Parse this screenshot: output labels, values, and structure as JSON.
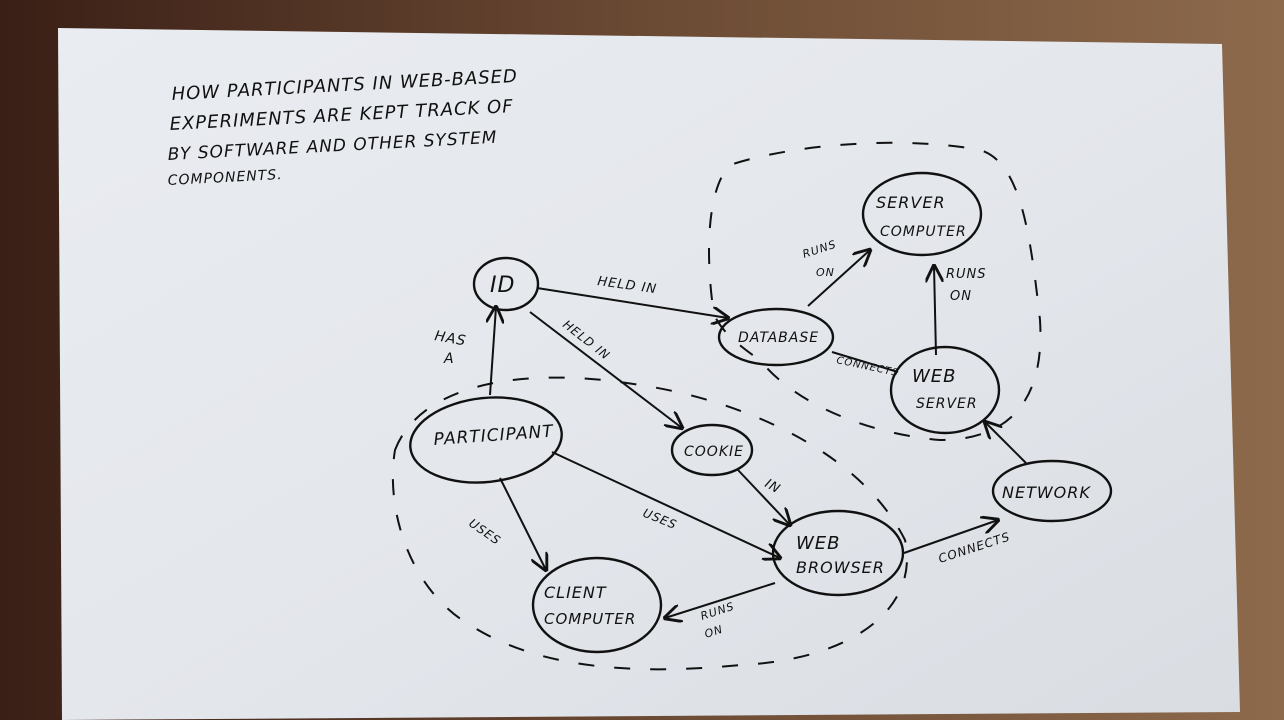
{
  "title_lines": [
    "HOW PARTICIPANTS IN WEB-BASED",
    "EXPERIMENTS ARE KEPT TRACK OF",
    "BY SOFTWARE AND OTHER SYSTEM",
    "COMPONENTS."
  ],
  "nodes": {
    "id": "ID",
    "participant": "PARTICIPANT",
    "cookie": "COOKIE",
    "database": "DATABASE",
    "server_computer_1": "SERVER",
    "server_computer_2": "COMPUTER",
    "web_server_1": "WEB",
    "web_server_2": "SERVER",
    "network": "NETWORK",
    "web_browser_1": "WEB",
    "web_browser_2": "BROWSER",
    "client_computer_1": "CLIENT",
    "client_computer_2": "COMPUTER"
  },
  "edges": {
    "participant_id_1": "HAS",
    "participant_id_2": "A",
    "id_database": "HELD IN",
    "id_cookie": "HELD IN",
    "database_server_1": "RUNS",
    "database_server_2": "ON",
    "webserver_server_1": "RUNS",
    "webserver_server_2": "ON",
    "database_webserver": "CONNECTS",
    "cookie_browser": "IN",
    "participant_browser": "USES",
    "participant_client": "USES",
    "browser_client_1": "RUNS",
    "browser_client_2": "ON",
    "browser_network": "CONNECTS"
  }
}
